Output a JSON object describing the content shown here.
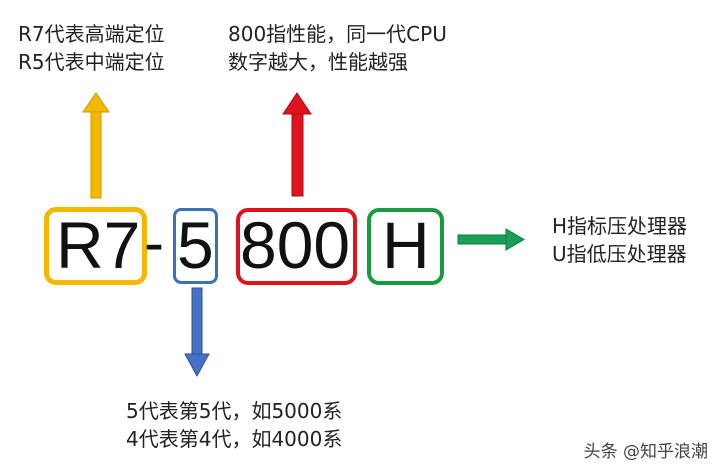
{
  "notes": {
    "top_left": [
      "R7代表高端定位",
      "R5代表中端定位"
    ],
    "top_middle": [
      "800指性能，同一代CPU",
      "数字越大，性能越强"
    ],
    "right": [
      "H指标压处理器",
      "U指低压处理器"
    ],
    "bottom": [
      "5代表第5代，如5000系",
      "4代表第4代，如4000系"
    ]
  },
  "model": {
    "tier": "R7",
    "dash": "-",
    "generation": "5",
    "performance": "800",
    "suffix": "H"
  },
  "colors": {
    "tier": "#f5b800",
    "generation": "#3a72b8",
    "performance": "#e0141e",
    "suffix": "#1a9a3e",
    "arrow_gen": "#4472c4",
    "arrow_suffix": "#18a05a"
  },
  "watermark": "头条 @知乎浪潮"
}
